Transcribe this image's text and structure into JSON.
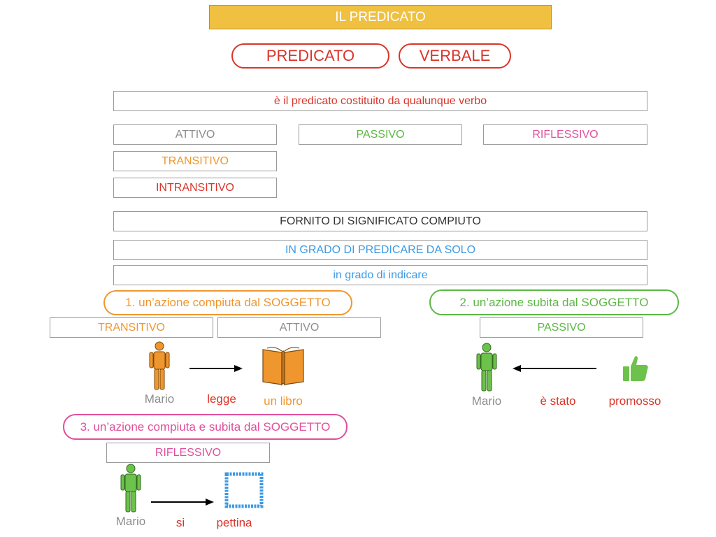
{
  "title": "IL PREDICATO",
  "headers": {
    "left": "PREDICATO",
    "right": "VERBALE"
  },
  "definition": "è il predicato costituito da qualunque verbo",
  "forms": {
    "attivo": "ATTIVO",
    "passivo": "PASSIVO",
    "riflessivo": "RIFLESSIVO",
    "transitivo": "TRANSITIVO",
    "intransitivo": "INTRANSITIVO"
  },
  "properties": {
    "significato": "FORNITO DI SIGNIFICATO COMPIUTO",
    "predicare": "IN GRADO DI PREDICARE DA SOLO",
    "indicare": "in grado di indicare"
  },
  "case1": {
    "title": "1. un’azione compiuta dal SOGGETTO",
    "tag_left": "TRANSITIVO",
    "tag_right": "ATTIVO",
    "subject": "Mario",
    "verb": "legge",
    "object": "un libro"
  },
  "case2": {
    "title": "2. un’azione subita dal SOGGETTO",
    "tag": "PASSIVO",
    "subject": "Mario",
    "verb": "è stato",
    "object": "promosso"
  },
  "case3": {
    "title": "3. un’azione compiuta e subita dal SOGGETTO",
    "tag": "RIFLESSIVO",
    "subject": "Mario",
    "verb": "si",
    "object": "pettina"
  },
  "colors": {
    "title_bar": "#f0c040",
    "red": "#d9352a",
    "orange": "#f0962e",
    "green": "#5bb843",
    "pink": "#e04f9b",
    "blue": "#3b9ae6",
    "gray": "#8c8c8c",
    "dark": "#333333"
  },
  "icons": {
    "person": "person-icon",
    "book": "open-book-icon",
    "thumb": "thumbs-up-icon",
    "mirror": "mirror-frame-icon",
    "arrow": "arrow-icon"
  }
}
